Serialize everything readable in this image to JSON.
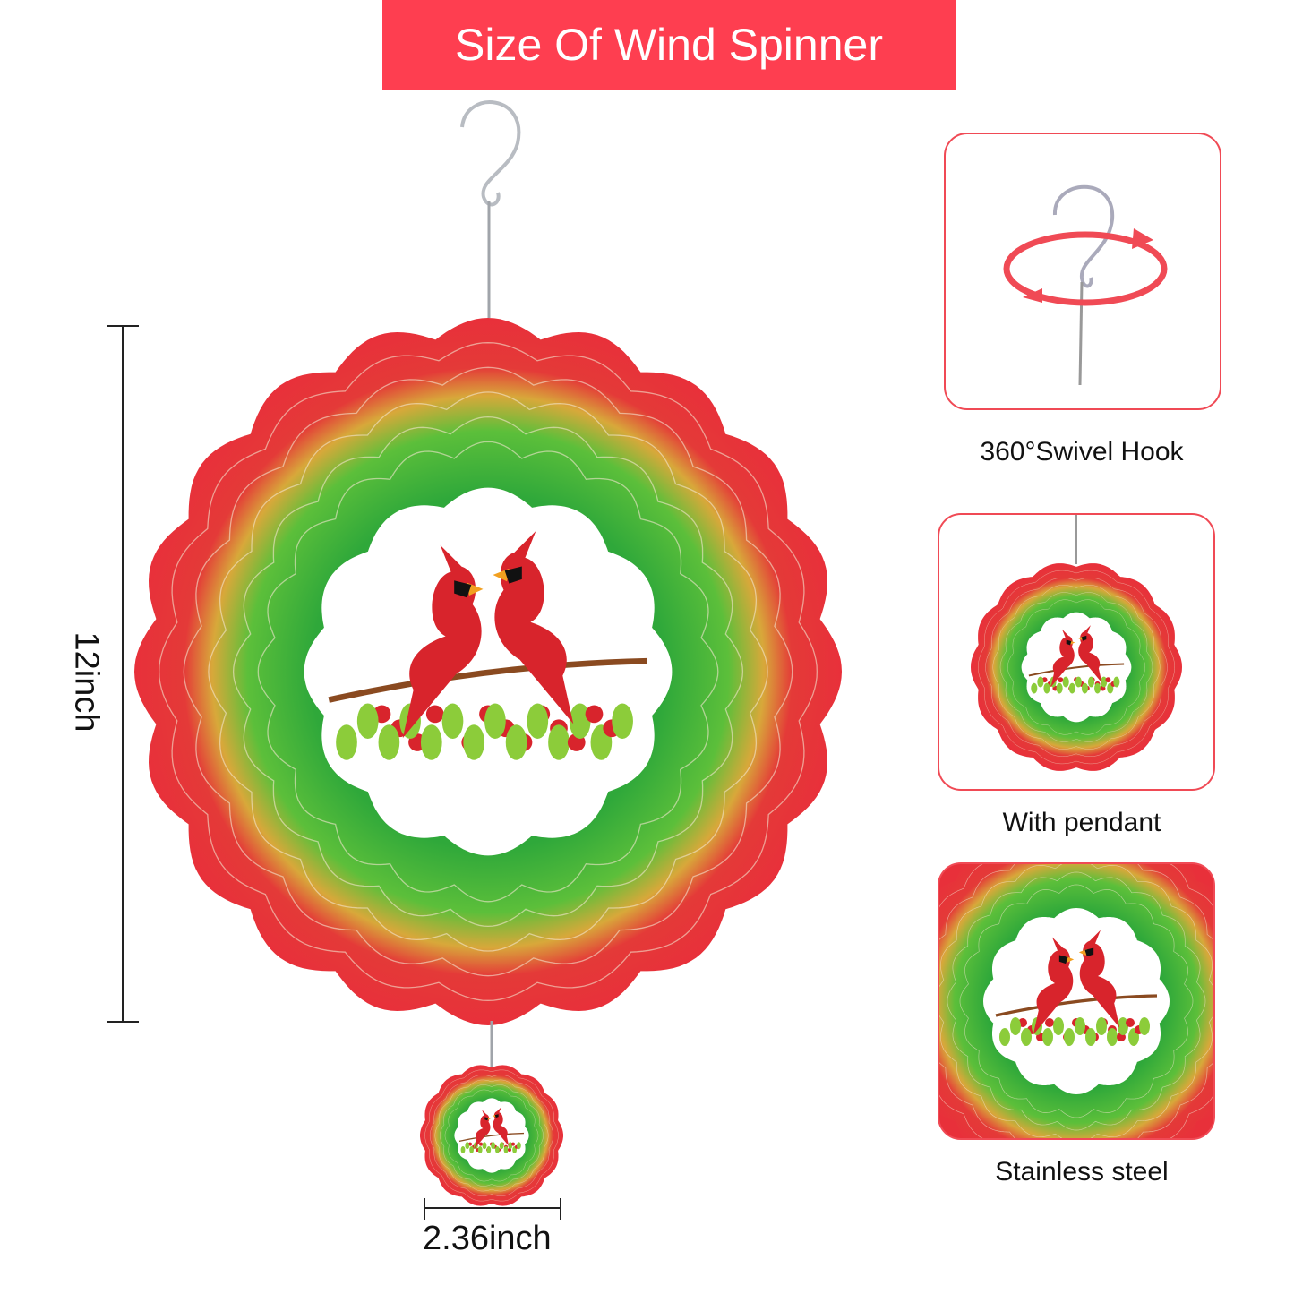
{
  "banner": {
    "title": "Size Of Wind Spinner",
    "color": "#fe3e50"
  },
  "dimensions": {
    "height_label": "12inch",
    "pendant_width_label": "2.36inch"
  },
  "features": [
    {
      "label": "360°Swivel Hook"
    },
    {
      "label": "With pendant"
    },
    {
      "label": "Stainless steel"
    }
  ],
  "colors": {
    "red": "#e8303a",
    "green": "#3fae3a",
    "accent": "#f04a55"
  }
}
